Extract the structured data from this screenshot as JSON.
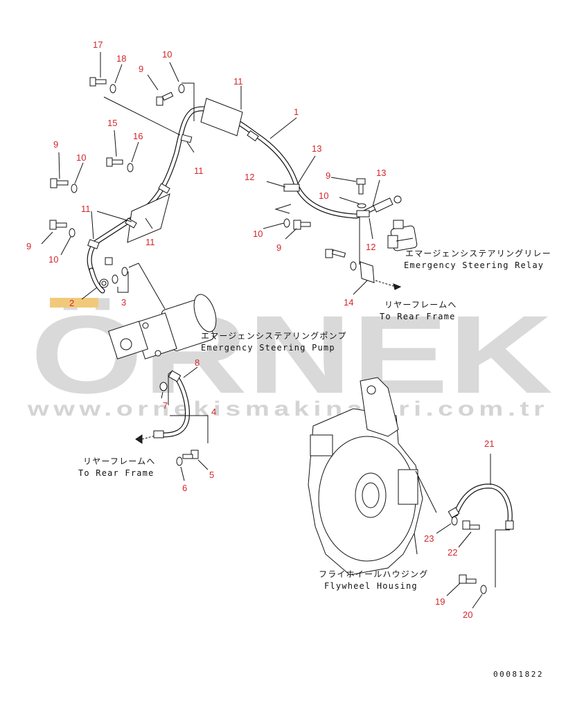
{
  "doc_code": "00081822",
  "watermark": {
    "brand": "ÖRNEK",
    "url": "www.ornekismakinalari.com.tr",
    "accent": "#f2c97a"
  },
  "colors": {
    "callout": "#d3262b",
    "line": "#111111",
    "watermark": "#d9d9d9"
  },
  "labels": {
    "relay_jp": "エマージェンシステアリングリレー",
    "relay_en": "Emergency Steering Relay",
    "rear1_jp": "リヤーフレームへ",
    "rear1_en": "To Rear Frame",
    "pump_jp": "エマージェンシステアリングポンプ",
    "pump_en": "Emergency Steering Pump",
    "rear2_jp": "リヤーフレームへ",
    "rear2_en": "To Rear Frame",
    "fly_jp": "フライホイールハウジング",
    "fly_en": "Flywheel Housing"
  },
  "callouts": [
    {
      "id": "c17a",
      "text": "17"
    },
    {
      "id": "c18",
      "text": "18"
    },
    {
      "id": "c9a",
      "text": "9"
    },
    {
      "id": "c10a",
      "text": "10"
    },
    {
      "id": "c11a",
      "text": "11"
    },
    {
      "id": "c1",
      "text": "1"
    },
    {
      "id": "c15",
      "text": "15"
    },
    {
      "id": "c16",
      "text": "16"
    },
    {
      "id": "c9b",
      "text": "9"
    },
    {
      "id": "c10b",
      "text": "10"
    },
    {
      "id": "c11b",
      "text": "11"
    },
    {
      "id": "c13a",
      "text": "13"
    },
    {
      "id": "c12a",
      "text": "12"
    },
    {
      "id": "c9c",
      "text": "9"
    },
    {
      "id": "c13b",
      "text": "13"
    },
    {
      "id": "c10c",
      "text": "10"
    },
    {
      "id": "c11c",
      "text": "11"
    },
    {
      "id": "c11d",
      "text": "11"
    },
    {
      "id": "c9d",
      "text": "9"
    },
    {
      "id": "c10d",
      "text": "10"
    },
    {
      "id": "c10e",
      "text": "10"
    },
    {
      "id": "c9e",
      "text": "9"
    },
    {
      "id": "c12b",
      "text": "12"
    },
    {
      "id": "c2",
      "text": "2"
    },
    {
      "id": "c3",
      "text": "3"
    },
    {
      "id": "c14",
      "text": "14"
    },
    {
      "id": "c8",
      "text": "8"
    },
    {
      "id": "c4",
      "text": "4"
    },
    {
      "id": "c7",
      "text": "7"
    },
    {
      "id": "c5",
      "text": "5"
    },
    {
      "id": "c6",
      "text": "6"
    },
    {
      "id": "c21",
      "text": "21"
    },
    {
      "id": "c23",
      "text": "23"
    },
    {
      "id": "c22",
      "text": "22"
    },
    {
      "id": "c19",
      "text": "19"
    },
    {
      "id": "c20",
      "text": "20"
    }
  ]
}
